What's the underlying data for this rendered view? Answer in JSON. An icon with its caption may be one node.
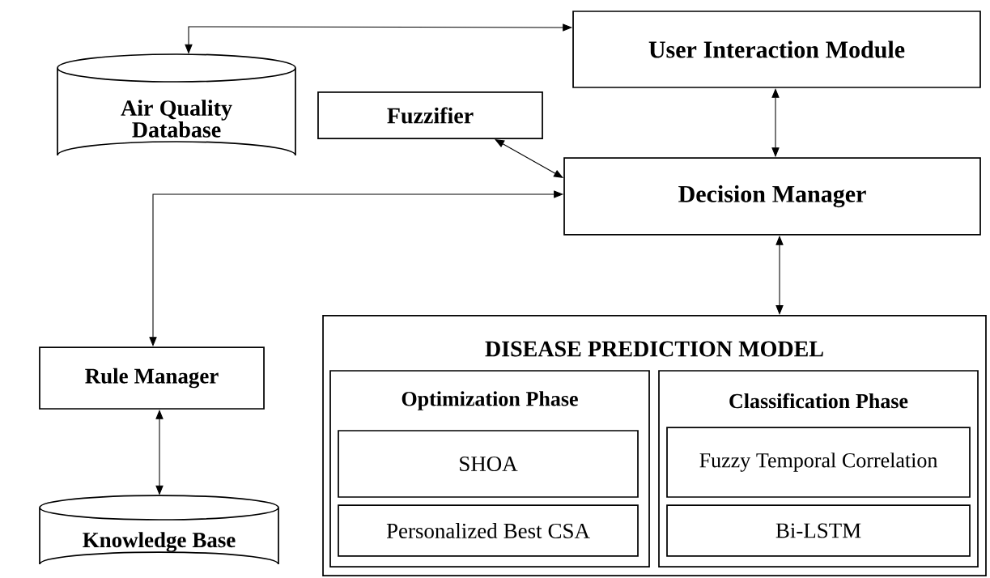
{
  "diagram": {
    "nodes": [
      {
        "text": [
          "User Interaction Module"
        ]
      },
      {
        "text": [
          "Air Quality Database"
        ]
      },
      {
        "text": [
          "Fuzzifier"
        ]
      },
      {
        "text": [
          "Decision Manager"
        ]
      },
      {
        "text": [
          "Rule Manager"
        ]
      },
      {
        "text": [
          "Knowledge Base"
        ]
      },
      {
        "text": [
          "DISEASE PREDICTION MODEL"
        ]
      },
      {
        "text": [
          "Optimization Phase"
        ],
        "in": 6
      },
      {
        "text": [
          "SHOA"
        ],
        "in": 7
      },
      {
        "text": [
          "Personalized Best CSA"
        ],
        "in": 7
      },
      {
        "text": [
          "Classification Phase"
        ],
        "in": 6
      },
      {
        "text": [
          "Fuzzy Temporal Correlation"
        ],
        "in": 10
      },
      {
        "text": [
          "Bi-LSTM"
        ],
        "in": 10
      }
    ],
    "edges": [
      {
        "from": 1,
        "to": 0,
        "arrow": "both"
      },
      {
        "from": 2,
        "to": 3,
        "arrow": "both"
      },
      {
        "from": 0,
        "to": 3,
        "arrow": "both"
      },
      {
        "from": 3,
        "to": 4,
        "arrow": "both"
      },
      {
        "from": 3,
        "to": 6,
        "arrow": "both"
      },
      {
        "from": 4,
        "to": 5,
        "arrow": "both"
      }
    ]
  }
}
